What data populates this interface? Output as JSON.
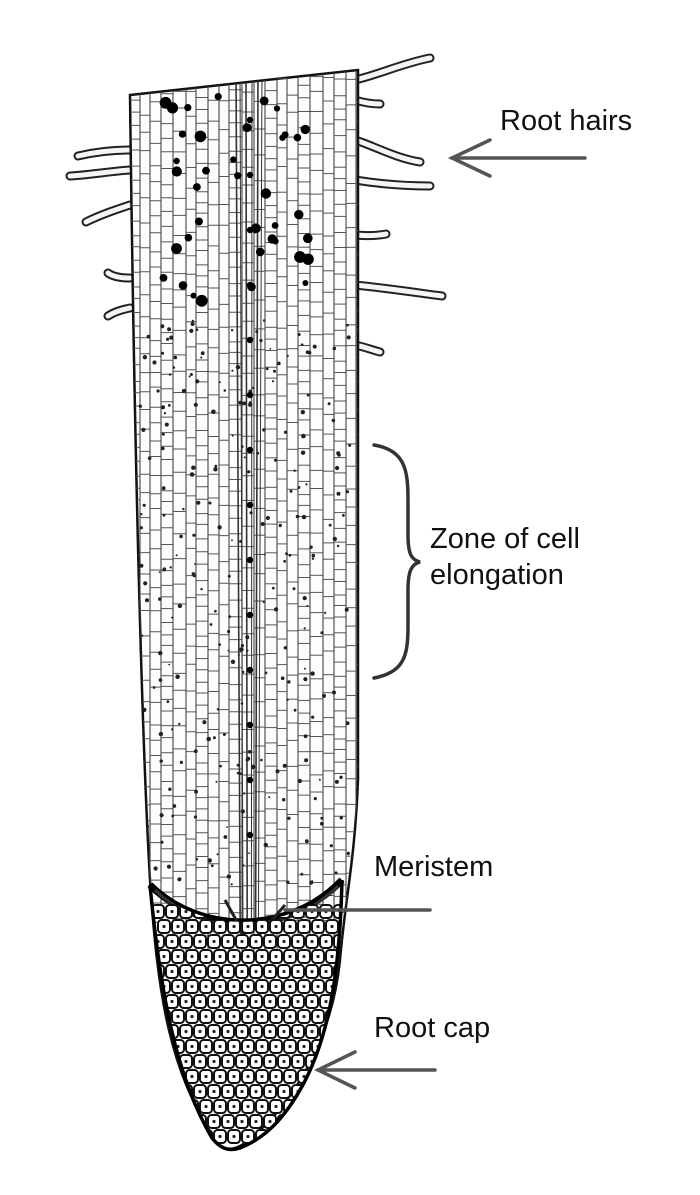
{
  "labels": {
    "root_hairs": "Root hairs",
    "zone_line1": "Zone of cell",
    "zone_line2": "elongation",
    "meristem": "Meristem",
    "root_cap": "Root cap"
  },
  "colors": {
    "ink": "#111111",
    "arrow": "#555555",
    "cell_fill": "#ffffff",
    "background": "#ffffff"
  }
}
